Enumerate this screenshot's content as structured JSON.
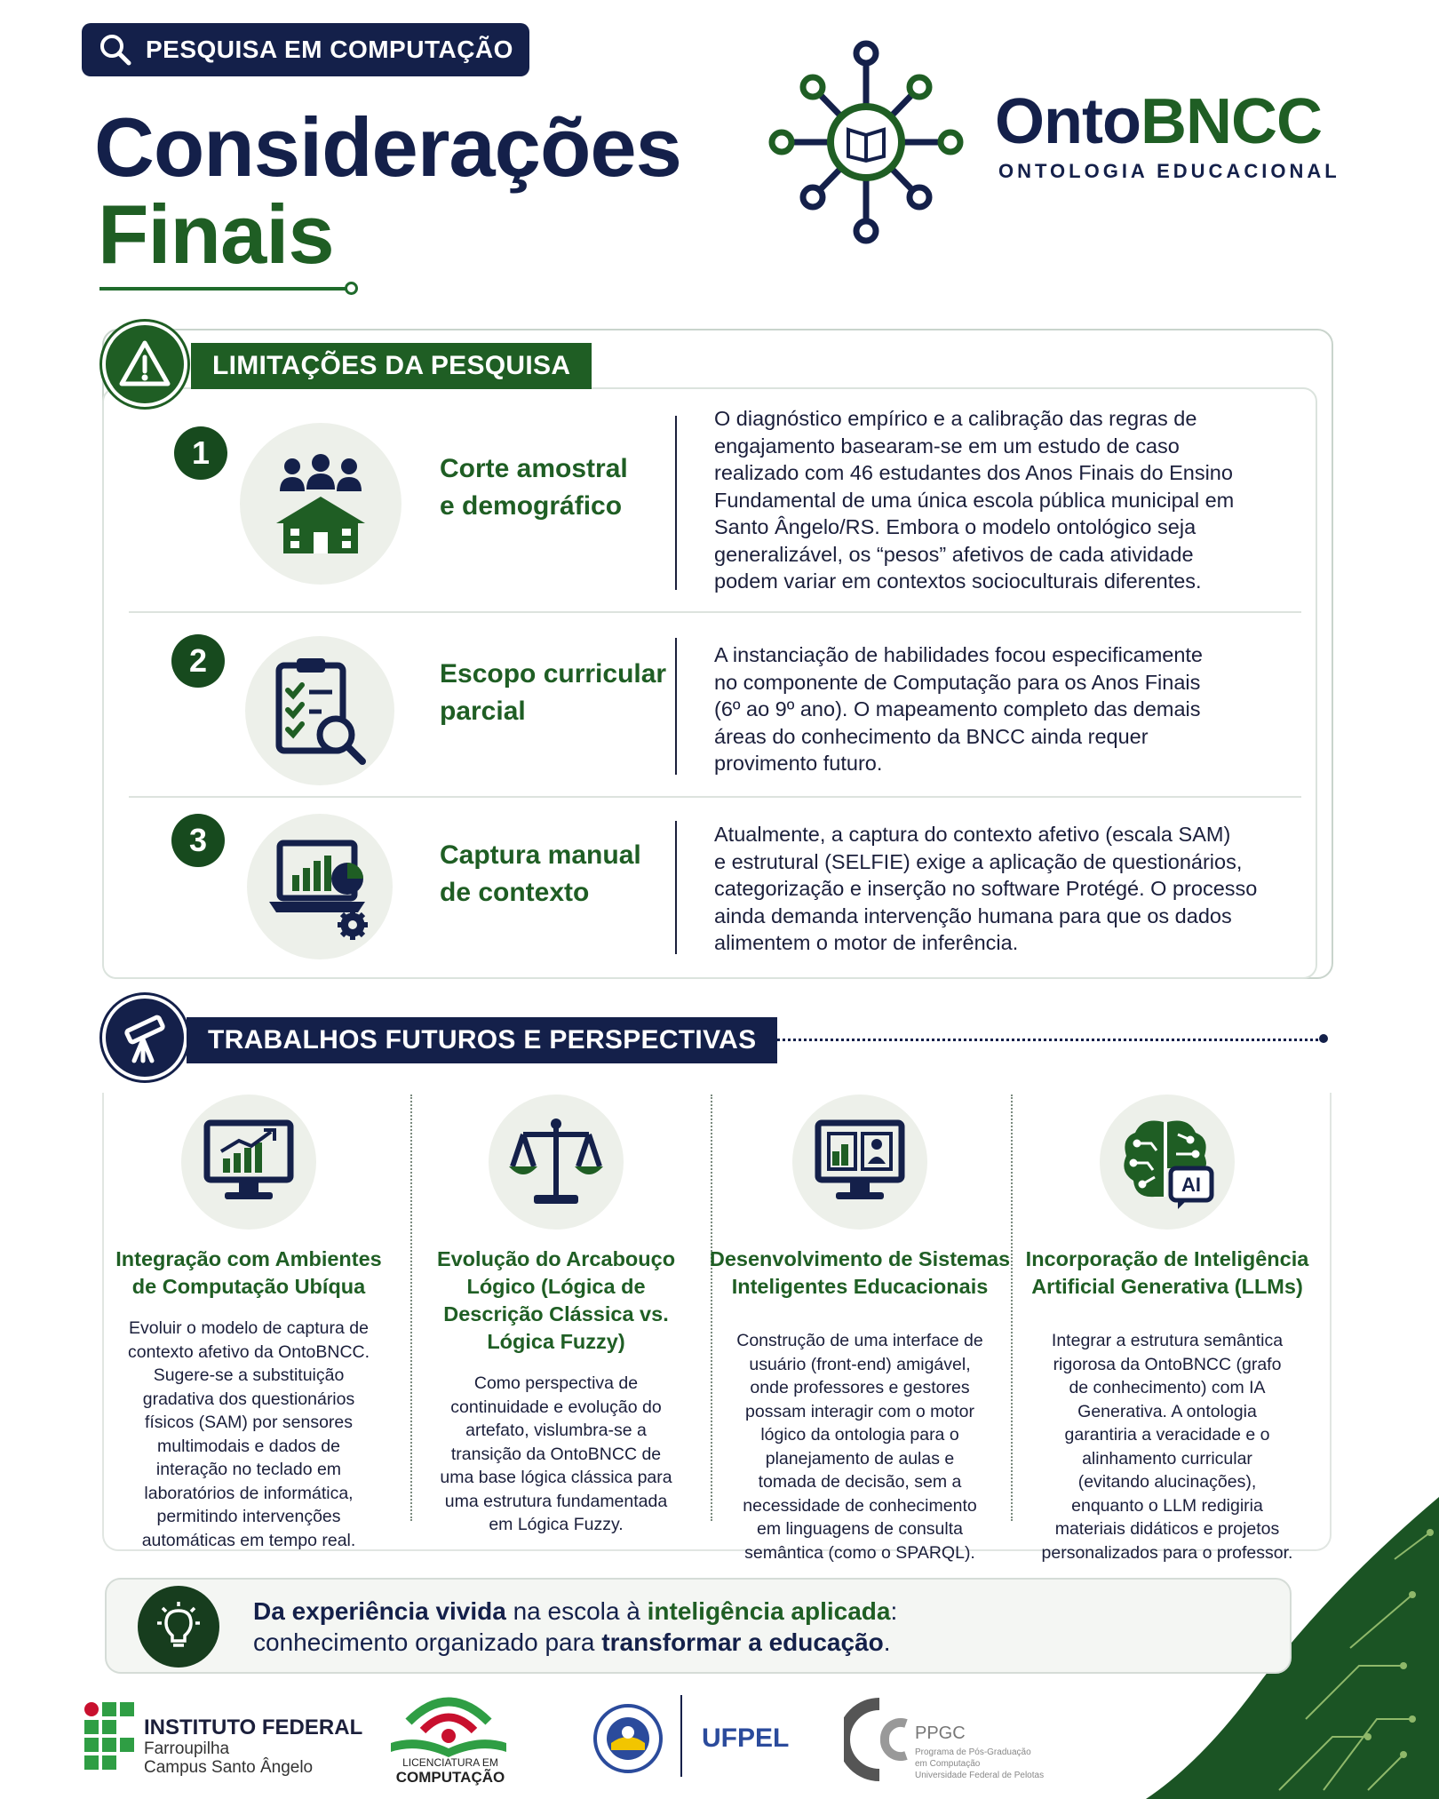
{
  "header": {
    "badge": "PESQUISA EM COMPUTAÇÃO",
    "title_line1": "Considerações",
    "title_line2": "Finais",
    "brand_onto": "Onto",
    "brand_bncc": "BNCC",
    "brand_subtitle": "ONTOLOGIA EDUCACIONAL"
  },
  "limitations": {
    "heading": "LIMITAÇÕES DA PESQUISA",
    "items": [
      {
        "number": "1",
        "title_l1": "Corte amostral",
        "title_l2": "e demográfico",
        "icon": "people-school-icon",
        "text": [
          "O diagnóstico empírico e a calibração das regras de",
          "engajamento basearam-se em um estudo de caso",
          "realizado com 46 estudantes dos Anos Finais do Ensino",
          "Fundamental de uma única escola pública municipal em",
          "Santo Ângelo/RS. Embora o modelo ontológico seja",
          "generalizável, os “pesos” afetivos de cada atividade",
          "podem variar em contextos socioculturais diferentes."
        ]
      },
      {
        "number": "2",
        "title_l1": "Escopo curricular",
        "title_l2": "parcial",
        "icon": "clipboard-search-icon",
        "text": [
          "A instanciação de habilidades focou especificamente",
          "no componente de Computação para os Anos Finais",
          "(6º ao 9º ano). O mapeamento completo das demais",
          "áreas do conhecimento da BNCC ainda requer",
          "provimento futuro."
        ]
      },
      {
        "number": "3",
        "title_l1": "Captura manual",
        "title_l2": "de contexto",
        "icon": "laptop-chart-gear-icon",
        "text": [
          "Atualmente, a captura do contexto afetivo (escala SAM)",
          "e estrutural (SELFIE) exige a aplicação de questionários,",
          "categorização e inserção no software Protégé. O processo",
          "ainda demanda intervenção humana para que os dados",
          "alimentem o motor de inferência."
        ]
      }
    ]
  },
  "future": {
    "heading": "TRABALHOS FUTUROS E PERSPECTIVAS",
    "items": [
      {
        "title": [
          "Integração com Ambientes",
          "de Computação Ubíqua"
        ],
        "icon": "monitor-growth-icon",
        "text": [
          "Evoluir o modelo de captura de",
          "contexto afetivo da OntoBNCC.",
          "Sugere-se a substituição",
          "gradativa dos questionários",
          "físicos (SAM) por sensores",
          "multimodais e dados de",
          "interação no teclado em",
          "laboratórios de informática,",
          "permitindo intervenções",
          "automáticas em tempo real."
        ]
      },
      {
        "title": [
          "Evolução do Arcabouço",
          "Lógico (Lógica de",
          "Descrição Clássica vs.",
          "Lógica Fuzzy)"
        ],
        "icon": "scales-icon",
        "text": [
          "Como perspectiva de",
          "continuidade e evolução do",
          "artefato, vislumbra-se a",
          "transição da OntoBNCC de",
          "uma base lógica clássica para",
          "uma estrutura fundamentada",
          "em Lógica Fuzzy."
        ]
      },
      {
        "title": [
          "Desenvolvimento de Sistemas",
          "Inteligentes Educacionais"
        ],
        "icon": "monitor-interface-icon",
        "text": [
          "Construção de uma interface de",
          "usuário (front-end) amigável,",
          "onde professores e gestores",
          "possam interagir com o motor",
          "lógico da ontologia para o",
          "planejamento de aulas e",
          "tomada de decisão, sem a",
          "necessidade de conhecimento",
          "em linguagens de consulta",
          "semântica (como o SPARQL)."
        ]
      },
      {
        "title": [
          "Incorporação de Inteligência",
          "Artificial Generativa (LLMs)"
        ],
        "icon": "brain-ai-icon",
        "text": [
          "Integrar a estrutura semântica",
          "rigorosa da OntoBNCC (grafo",
          "de conhecimento) com IA",
          "Generativa. A ontologia",
          "garantiria a veracidade e o",
          "alinhamento curricular",
          "(evitando alucinações),",
          "enquanto o LLM redigiria",
          "materiais didáticos e projetos",
          "personalizados para o professor."
        ]
      }
    ]
  },
  "banner": {
    "part1": "Da experiência vivida",
    "part2": " na escola à ",
    "part3": "inteligência aplicada",
    "part4": ":",
    "part5": "conhecimento organizado",
    "part6": " para ",
    "part7": "transformar a educação",
    "part8": "."
  },
  "footer": {
    "if_title": "INSTITUTO FEDERAL",
    "if_sub1": "Farroupilha",
    "if_sub2": "Campus Santo Ângelo",
    "lic_l1": "LICENCIATURA EM",
    "lic_l2": "COMPUTAÇÃO",
    "ufpel": "UFPEL",
    "ppgc": "PPGC",
    "ppgc_s1": "Programa de Pós-Graduação",
    "ppgc_s2": "em Computação",
    "ppgc_s3": "Universidade Federal de Pelotas"
  },
  "colors": {
    "navy": "#14204a",
    "green": "#1f5e24",
    "light_circle": "#edf0ea"
  }
}
